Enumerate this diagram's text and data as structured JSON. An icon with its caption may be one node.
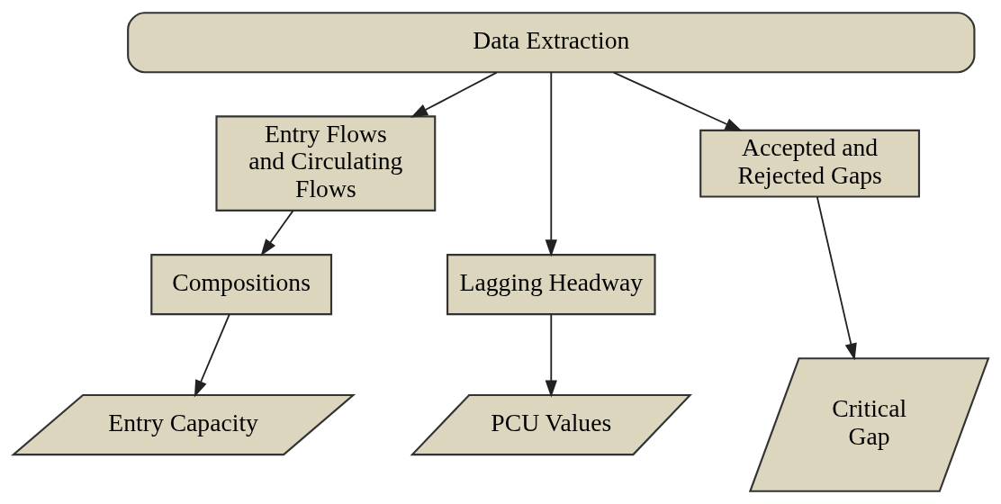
{
  "diagram": {
    "nodes": [
      {
        "text": [
          "Data Extraction"
        ]
      },
      {
        "text": [
          "Entry Flows and Circulating Flows"
        ]
      },
      {
        "text": [
          "Lagging Headway"
        ]
      },
      {
        "text": [
          "Accepted and Rejected Gaps"
        ]
      },
      {
        "text": [
          "Compositions"
        ]
      },
      {
        "text": [
          "Entry Capacity"
        ]
      },
      {
        "text": [
          "PCU Values"
        ]
      },
      {
        "text": [
          "Critical Gap"
        ]
      }
    ],
    "edges": [
      {
        "from": 0,
        "to": 1,
        "arrow": "to"
      },
      {
        "from": 0,
        "to": 2,
        "arrow": "to"
      },
      {
        "from": 0,
        "to": 3,
        "arrow": "to"
      },
      {
        "from": 1,
        "to": 4,
        "arrow": "to"
      },
      {
        "from": 4,
        "to": 5,
        "arrow": "to"
      },
      {
        "from": 2,
        "to": 6,
        "arrow": "to"
      },
      {
        "from": 3,
        "to": 7,
        "arrow": "to"
      }
    ]
  }
}
